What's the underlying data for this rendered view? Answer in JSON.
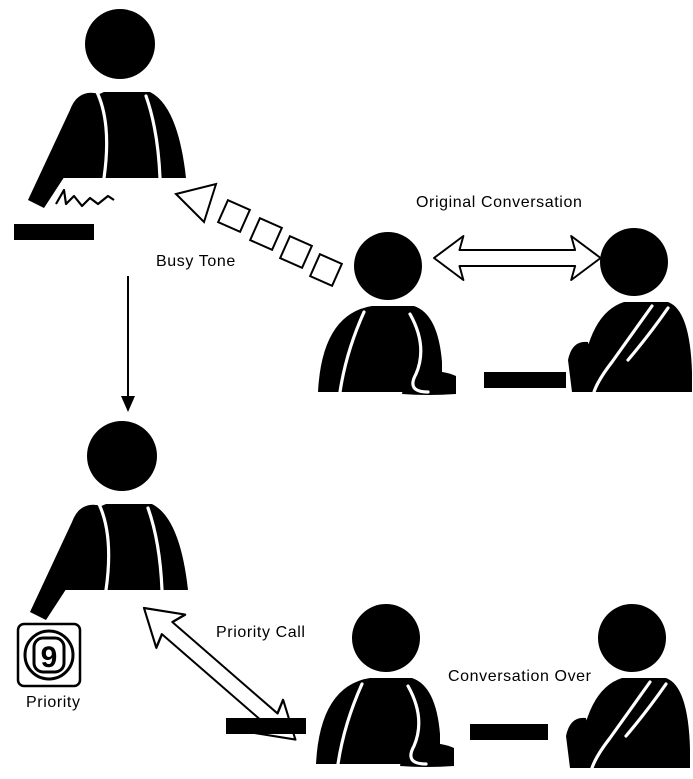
{
  "labels": {
    "original_conversation": "Original  Conversation",
    "busy_tone": "Busy  Tone",
    "priority_call": "Priority  Call",
    "conversation_over": "Conversation  Over",
    "priority": "Priority",
    "priority_key_digit": "9"
  },
  "colors": {
    "ink": "#000000",
    "paper": "#ffffff"
  }
}
